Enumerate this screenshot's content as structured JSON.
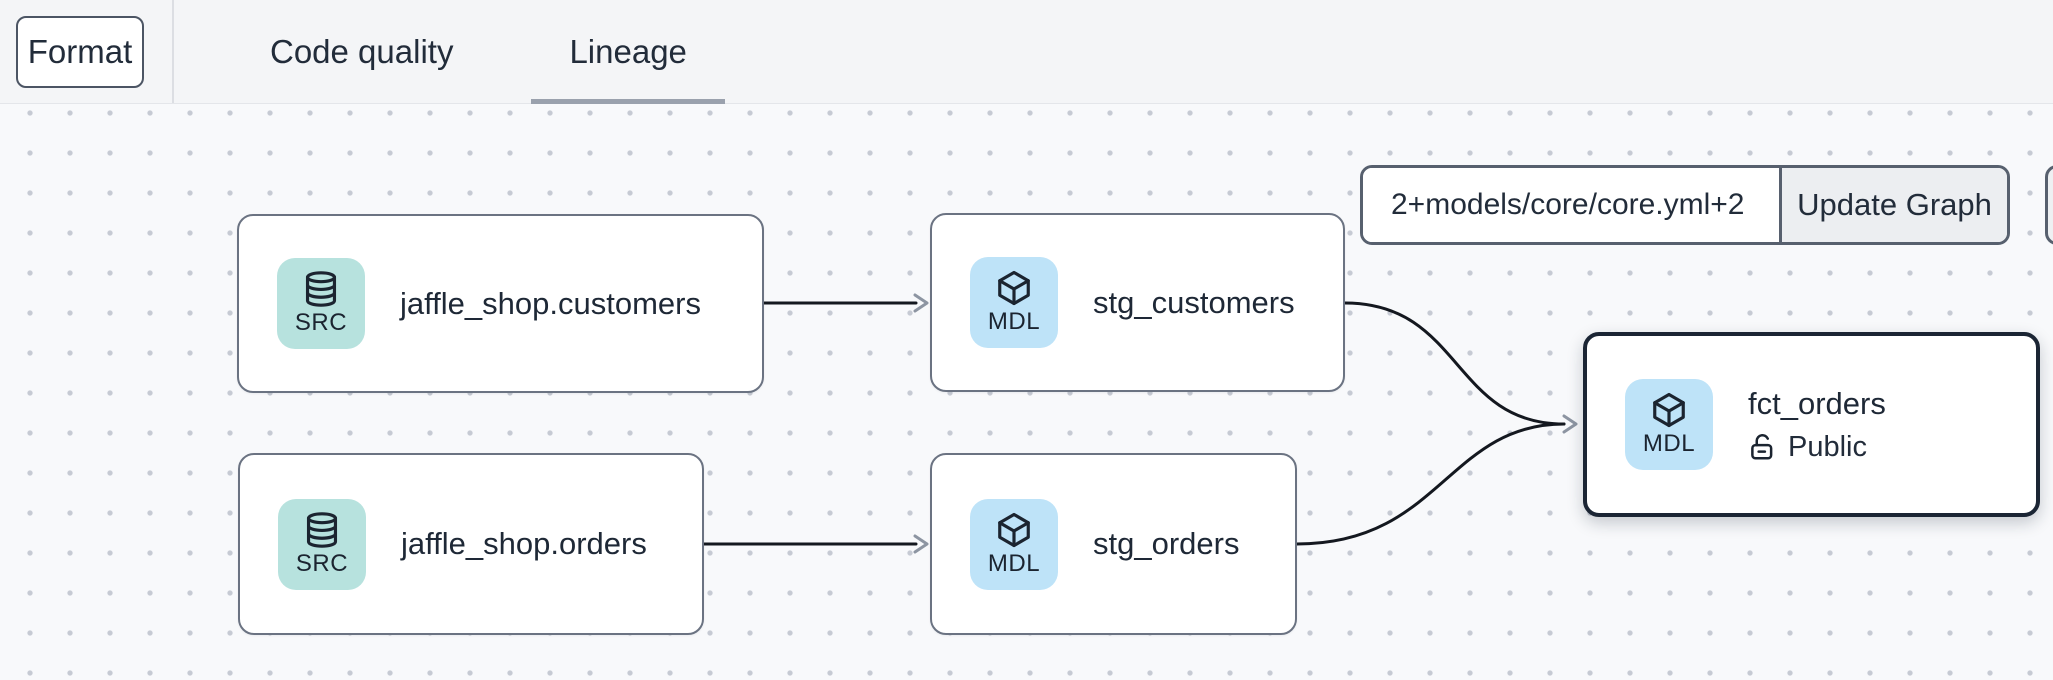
{
  "topbar": {
    "format_label": "Format",
    "tabs": [
      {
        "label": "Code quality",
        "active": false
      },
      {
        "label": "Lineage",
        "active": true
      }
    ]
  },
  "toolbar": {
    "selector_value": "2+models/core/core.yml+2",
    "update_button_label": "Update Graph"
  },
  "graph": {
    "type": "lineage-dag",
    "nodes": [
      {
        "id": "jaffle_shop.customers",
        "label": "jaffle_shop.customers",
        "resource_type": "source",
        "badge": "SRC",
        "icon": "database-icon",
        "selected": false
      },
      {
        "id": "stg_customers",
        "label": "stg_customers",
        "resource_type": "model",
        "badge": "MDL",
        "icon": "cube-icon",
        "selected": false
      },
      {
        "id": "jaffle_shop.orders",
        "label": "jaffle_shop.orders",
        "resource_type": "source",
        "badge": "SRC",
        "icon": "database-icon",
        "selected": false
      },
      {
        "id": "stg_orders",
        "label": "stg_orders",
        "resource_type": "model",
        "badge": "MDL",
        "icon": "cube-icon",
        "selected": false
      },
      {
        "id": "fct_orders",
        "label": "fct_orders",
        "resource_type": "model",
        "badge": "MDL",
        "icon": "cube-icon",
        "selected": true,
        "access": "Public",
        "access_icon": "unlock-icon"
      }
    ],
    "edges": [
      {
        "from": "jaffle_shop.customers",
        "to": "stg_customers"
      },
      {
        "from": "jaffle_shop.orders",
        "to": "stg_orders"
      },
      {
        "from": "stg_customers",
        "to": "fct_orders"
      },
      {
        "from": "stg_orders",
        "to": "fct_orders"
      }
    ]
  },
  "colors": {
    "source_badge_bg": "#b7e2de",
    "model_badge_bg": "#bee3f8",
    "node_border": "#6b7382",
    "selected_node_border": "#1b2534",
    "edge_line": "#14181f",
    "arrowhead": "#8d95a2",
    "tab_underline": "#9aa1ad",
    "text_dark": "#1e2836",
    "canvas_bg": "#f8f9fb",
    "topbar_bg": "#f4f5f7"
  }
}
